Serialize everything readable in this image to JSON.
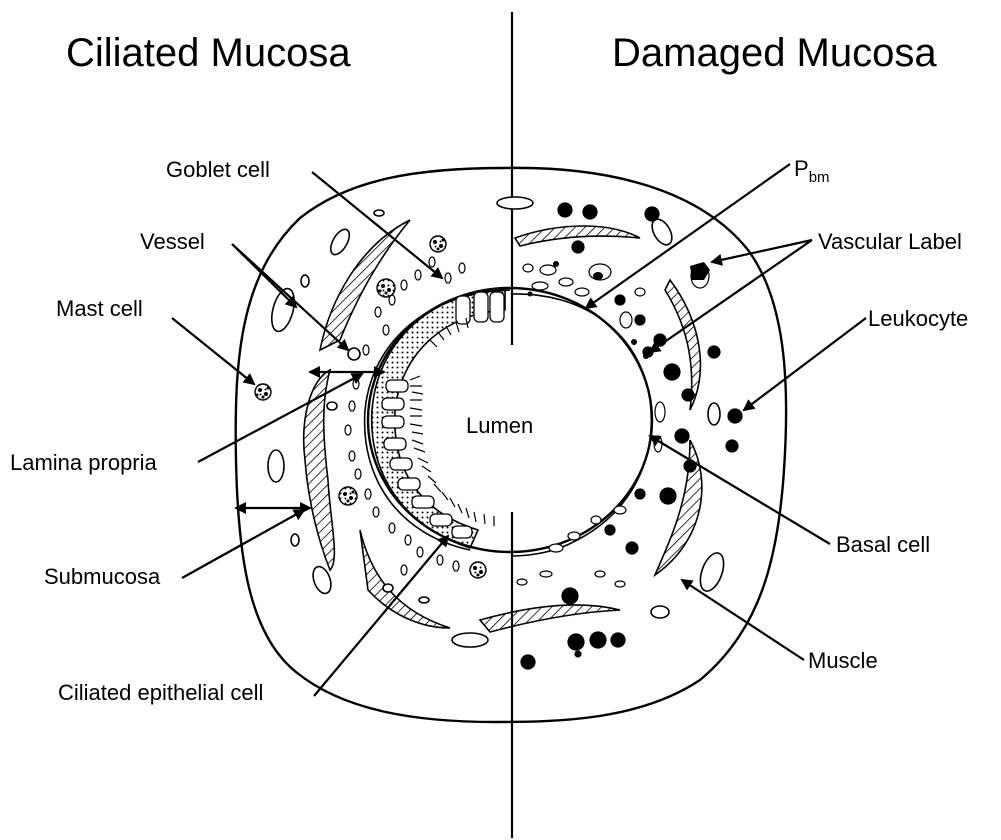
{
  "titles": {
    "left": "Ciliated Mucosa",
    "right": "Damaged Mucosa"
  },
  "center_label": "Lumen",
  "labels": {
    "goblet_cell": "Goblet cell",
    "vessel": "Vessel",
    "mast_cell": "Mast cell",
    "lamina_propria": "Lamina propria",
    "submucosa": "Submucosa",
    "ciliated_epithelial_cell": "Ciliated epithelial cell",
    "pbm_main": "P",
    "pbm_sub": "bm",
    "vascular_label": "Vascular Label",
    "leukocyte": "Leukocyte",
    "basal_cell": "Basal cell",
    "muscle": "Muscle"
  },
  "colors": {
    "ink": "#000000",
    "background": "#ffffff"
  }
}
